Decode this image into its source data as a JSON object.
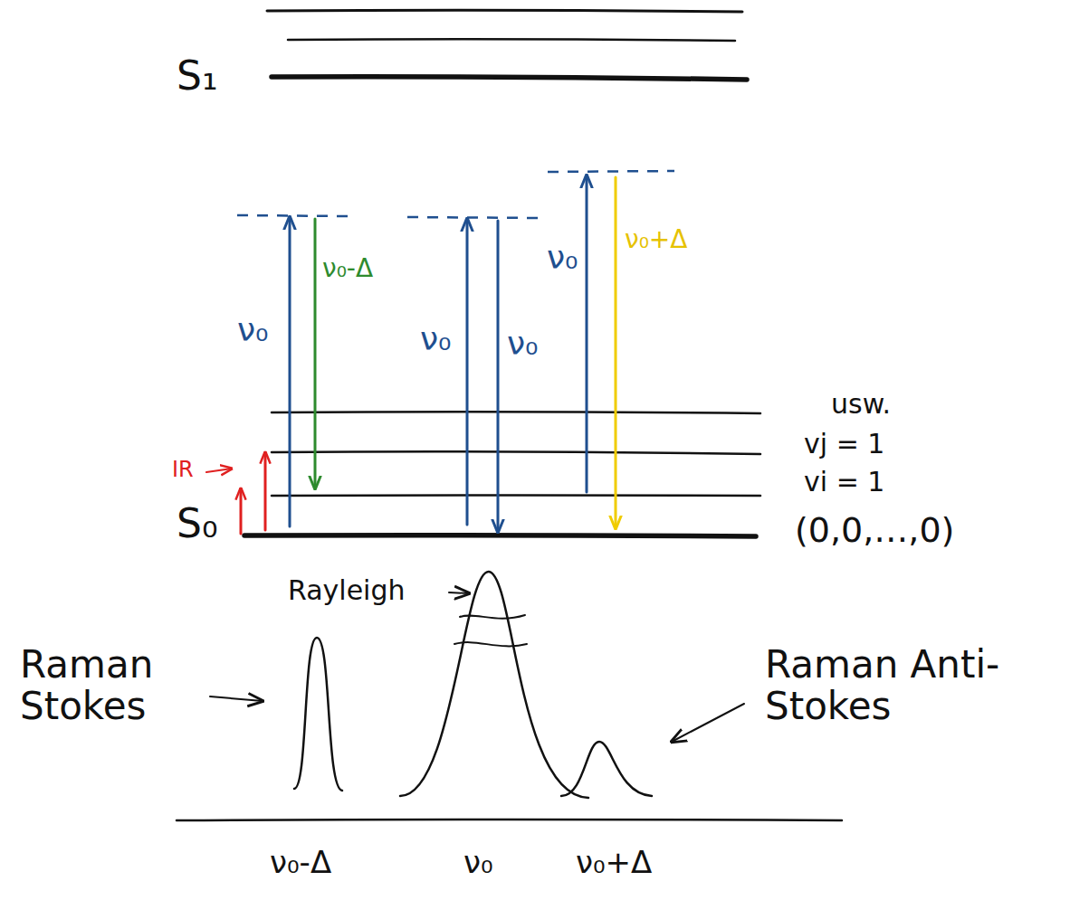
{
  "diagram": {
    "labels": [
      "S₁",
      "ν₀-Δ",
      "ν₀",
      "ν₀",
      "ν₀",
      "ν₀",
      "ν₀+Δ",
      "usw.",
      "vj = 1",
      "vi = 1",
      "IR",
      "S₀",
      "(0,0,…,0)",
      "Rayleigh",
      "Raman Stokes",
      "Raman Anti-Stokes",
      "ν₀-Δ",
      "ν₀",
      "ν₀+Δ"
    ]
  }
}
